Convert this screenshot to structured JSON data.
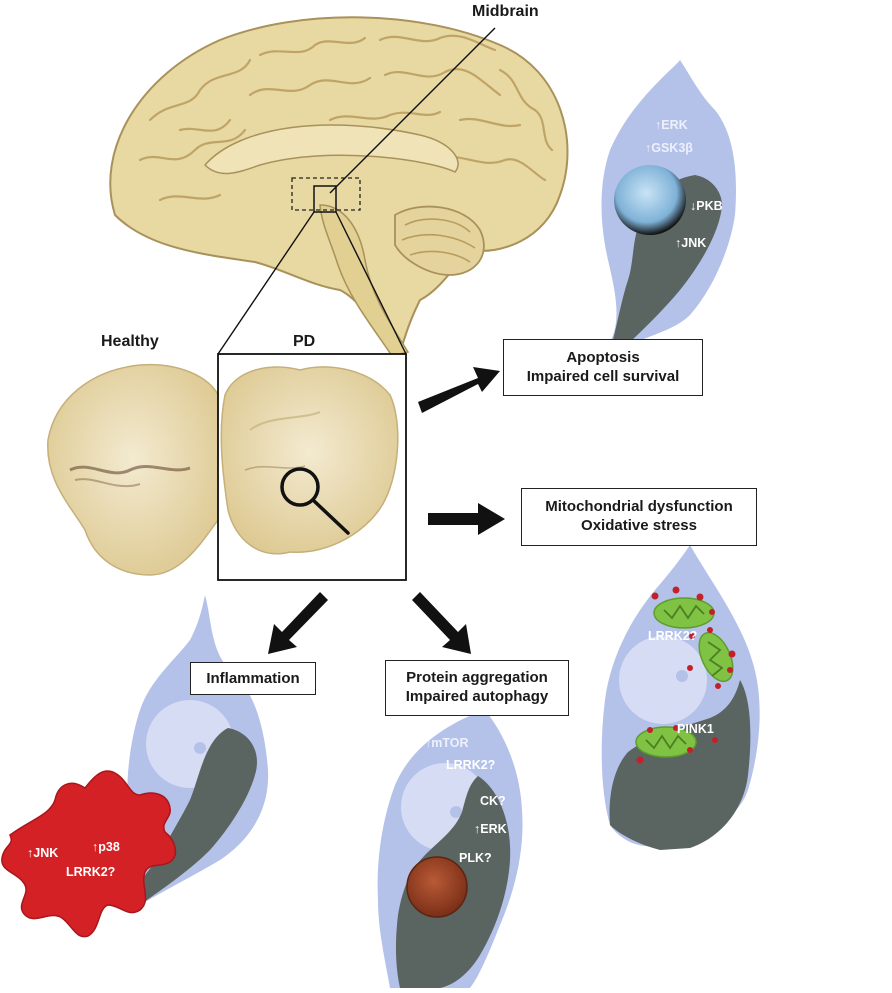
{
  "labels": {
    "midbrain": "Midbrain",
    "healthy": "Healthy",
    "pd": "PD"
  },
  "boxes": {
    "apoptosis": [
      "Apoptosis",
      "Impaired cell survival"
    ],
    "mito": [
      "Mitochondrial dysfunction",
      "Oxidative stress"
    ],
    "inflammation": [
      "Inflammation"
    ],
    "protein": [
      "Protein aggregation",
      "Impaired autophagy"
    ]
  },
  "cells": {
    "apoptosis_cell": [
      "↑ERK",
      "↑GSK3β",
      "↓PKB",
      "↑JNK"
    ],
    "mito_cell": [
      "LRRK2?",
      "PINK1"
    ],
    "inflammation_cell": [
      "↑JNK",
      "↑p38",
      "LRRK2?"
    ],
    "autophagy_cell": [
      "↑mTOR",
      "LRRK2?",
      "CK?",
      "↑ERK",
      "PLK?"
    ]
  },
  "colors": {
    "cell_body": "#b4c2ea",
    "nucleus": "#d6dcf3",
    "dark_process": "#5a6460",
    "arrow": "#111111",
    "microglia": "#d42126",
    "mitochondria": "#7fc244",
    "aggregate": "#a24a2a",
    "brain_tissue": "#e6d6a0"
  }
}
